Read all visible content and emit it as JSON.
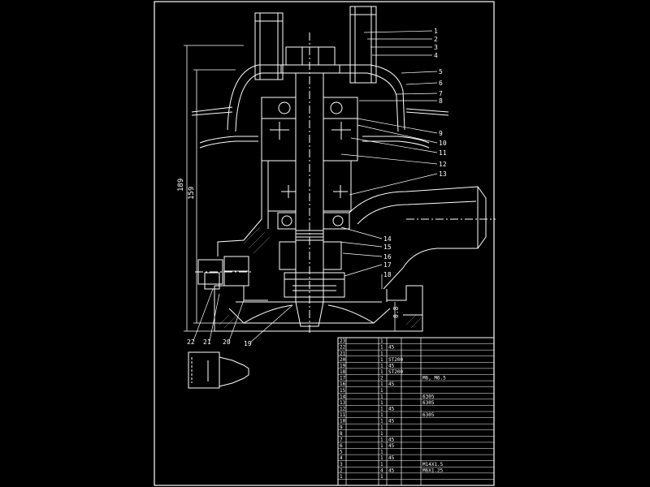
{
  "drawing": {
    "background": "#000000",
    "line_color": "#ffffff",
    "leader_labels": [
      "1",
      "2",
      "3",
      "4",
      "5",
      "6",
      "7",
      "8",
      "9",
      "10",
      "11",
      "12",
      "13",
      "14",
      "15",
      "16",
      "17",
      "18",
      "22",
      "21",
      "20",
      "19"
    ],
    "dimensions": {
      "overall_height": "189",
      "inner_height": "159",
      "small_height": "0.8"
    },
    "bom_rows": [
      {
        "no": "23",
        "name": "",
        "qty": "1",
        "mat": "",
        "remark": ""
      },
      {
        "no": "22",
        "name": "",
        "qty": "1",
        "mat": "45",
        "remark": ""
      },
      {
        "no": "21",
        "name": "",
        "qty": "1",
        "mat": "",
        "remark": ""
      },
      {
        "no": "20",
        "name": "",
        "qty": "1",
        "mat": "ST200",
        "remark": ""
      },
      {
        "no": "19",
        "name": "",
        "qty": "1",
        "mat": "45",
        "remark": ""
      },
      {
        "no": "18",
        "name": "",
        "qty": "1",
        "mat": "ST200",
        "remark": ""
      },
      {
        "no": "17",
        "name": "",
        "qty": "2",
        "mat": "",
        "remark": "M6, M6.5"
      },
      {
        "no": "16",
        "name": "",
        "qty": "1",
        "mat": "45",
        "remark": ""
      },
      {
        "no": "15",
        "name": "",
        "qty": "1",
        "mat": "",
        "remark": ""
      },
      {
        "no": "14",
        "name": "",
        "qty": "1",
        "mat": "",
        "remark": "6305"
      },
      {
        "no": "13",
        "name": "",
        "qty": "1",
        "mat": "",
        "remark": "6305"
      },
      {
        "no": "12",
        "name": "",
        "qty": "1",
        "mat": "45",
        "remark": ""
      },
      {
        "no": "11",
        "name": "",
        "qty": "1",
        "mat": "",
        "remark": "6305"
      },
      {
        "no": "10",
        "name": "",
        "qty": "1",
        "mat": "45",
        "remark": ""
      },
      {
        "no": "9",
        "name": "",
        "qty": "1",
        "mat": "",
        "remark": ""
      },
      {
        "no": "8",
        "name": "",
        "qty": "1",
        "mat": "",
        "remark": ""
      },
      {
        "no": "7",
        "name": "",
        "qty": "1",
        "mat": "45",
        "remark": ""
      },
      {
        "no": "6",
        "name": "",
        "qty": "1",
        "mat": "45",
        "remark": ""
      },
      {
        "no": "5",
        "name": "",
        "qty": "1",
        "mat": "",
        "remark": ""
      },
      {
        "no": "4",
        "name": "",
        "qty": "1",
        "mat": "45",
        "remark": ""
      },
      {
        "no": "3",
        "name": "",
        "qty": "1",
        "mat": "",
        "remark": "M14X1.5"
      },
      {
        "no": "2",
        "name": "",
        "qty": "4",
        "mat": "45",
        "remark": "M6X1.25"
      },
      {
        "no": "1",
        "name": "",
        "qty": "1",
        "mat": "",
        "remark": ""
      }
    ]
  }
}
